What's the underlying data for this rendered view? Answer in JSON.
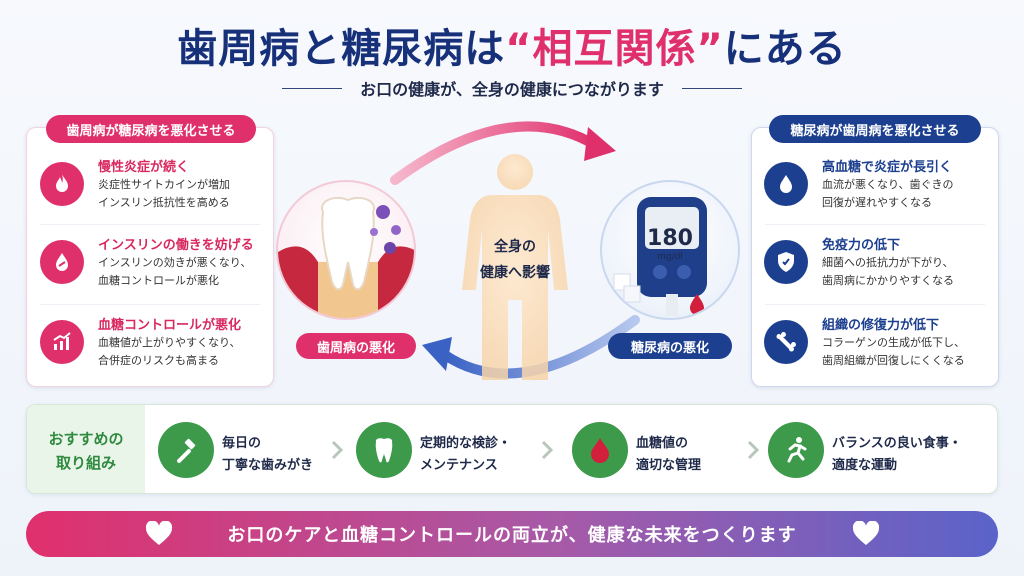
{
  "header": {
    "title_pre": "歯周病と糖尿病は",
    "title_quote_open": "“",
    "title_highlight": "相互関係",
    "title_quote_close": "”",
    "title_post": "にある",
    "subtitle": "お口の健康が、全身の健康につながります"
  },
  "left_panel": {
    "title": "歯周病が糖尿病を悪化させる",
    "items": [
      {
        "heading": "慢性炎症が続く",
        "line1": "炎症性サイトカインが増加",
        "line2": "インスリン抵抗性を高める",
        "icon": "flame-icon"
      },
      {
        "heading": "インスリンの働きを妨げる",
        "line1": "インスリンの効きが悪くなり、",
        "line2": "血糖コントロールが悪化",
        "icon": "blood-drop-icon"
      },
      {
        "heading": "血糖コントロールが悪化",
        "line1": "血糖値が上がりやすくなり、",
        "line2": "合併症のリスクも高まる",
        "icon": "rising-chart-icon"
      }
    ]
  },
  "right_panel": {
    "title": "糖尿病が歯周病を悪化させる",
    "items": [
      {
        "heading": "高血糖で炎症が長引く",
        "line1": "血流が悪くなり、歯ぐきの",
        "line2": "回復が遅れやすくなる",
        "icon": "water-drop-icon"
      },
      {
        "heading": "免疫力の低下",
        "line1": "細菌への抵抗力が下がり、",
        "line2": "歯周病にかかりやすくなる",
        "icon": "shield-icon"
      },
      {
        "heading": "組織の修復力が低下",
        "line1": "コラーゲンの生成が低下し、",
        "line2": "歯周組織が回復しにくくなる",
        "icon": "bone-icon"
      }
    ]
  },
  "center": {
    "body_line1": "全身の",
    "body_line2": "健康へ影響",
    "left_label": "歯周病の悪化",
    "right_label": "糖尿病の悪化",
    "meter_reading": "180",
    "meter_unit": "mg/dl"
  },
  "recommendations": {
    "label_line1": "おすすめの",
    "label_line2": "取り組み",
    "items": [
      {
        "line1": "毎日の",
        "line2": "丁寧な歯みがき",
        "icon": "toothbrush-icon"
      },
      {
        "line1": "定期的な検診・",
        "line2": "メンテナンス",
        "icon": "tooth-icon"
      },
      {
        "line1": "血糖値の",
        "line2": "適切な管理",
        "icon": "blood-drop-icon"
      },
      {
        "line1": "バランスの良い食事・",
        "line2": "適度な運動",
        "icon": "running-person-icon"
      }
    ]
  },
  "footer": {
    "message": "お口のケアと血糖コントロールの両立が、健康な未来をつくります"
  },
  "colors": {
    "pink": "#e0306c",
    "navy": "#17307a",
    "blue": "#1c3f8f",
    "green": "#3d9a4b"
  }
}
